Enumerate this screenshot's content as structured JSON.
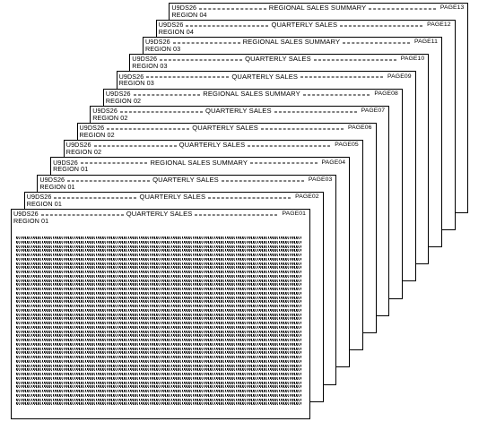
{
  "report": {
    "id": "U9DS26",
    "stack": [
      {
        "title": "REGIONAL SALES SUMMARY",
        "region": "REGION 04",
        "page": "PAGE13"
      },
      {
        "title": "QUARTERLY SALES",
        "region": "REGION 04",
        "page": "PAGE12"
      },
      {
        "title": "REGIONAL SALES SUMMARY",
        "region": "REGION 03",
        "page": "PAGE11"
      },
      {
        "title": "QUARTERLY SALES",
        "region": "REGION 03",
        "page": "PAGE10"
      },
      {
        "title": "QUARTERLY SALES",
        "region": "REGION 03",
        "page": "PAGE09"
      },
      {
        "title": "REGIONAL SALES SUMMARY",
        "region": "REGION 02",
        "page": "PAGE08"
      },
      {
        "title": "QUARTERLY SALES",
        "region": "REGION 02",
        "page": "PAGE07"
      },
      {
        "title": "QUARTERLY SALES",
        "region": "REGION 02",
        "page": "PAGE06"
      },
      {
        "title": "QUARTERLY SALES",
        "region": "REGION 02",
        "page": "PAGE05"
      },
      {
        "title": "REGIONAL SALES SUMMARY",
        "region": "REGION 01",
        "page": "PAGE04"
      },
      {
        "title": "QUARTERLY SALES",
        "region": "REGION 01",
        "page": "PAGE03"
      },
      {
        "title": "QUARTERLY SALES",
        "region": "REGION 01",
        "page": "PAGE02"
      },
      {
        "title": "QUARTERLY SALES",
        "region": "REGION 01",
        "page": "PAGE01"
      }
    ]
  },
  "front_page_data_line_count": 40,
  "colors": {
    "ink": "#000000",
    "paper": "#ffffff"
  }
}
